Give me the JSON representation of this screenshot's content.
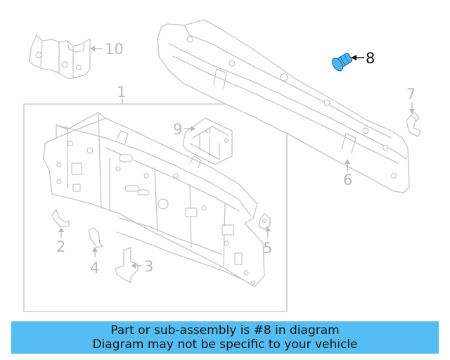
{
  "diagram": {
    "highlight_color": "#4db8ee",
    "callouts": [
      {
        "id": "1",
        "label": "1"
      },
      {
        "id": "2",
        "label": "2"
      },
      {
        "id": "3",
        "label": "3"
      },
      {
        "id": "4",
        "label": "4"
      },
      {
        "id": "5",
        "label": "5"
      },
      {
        "id": "6",
        "label": "6"
      },
      {
        "id": "7",
        "label": "7"
      },
      {
        "id": "8",
        "label": "8",
        "highlighted": true
      },
      {
        "id": "9",
        "label": "9"
      },
      {
        "id": "10",
        "label": "10"
      }
    ]
  },
  "banner": {
    "background": "#55bdf2",
    "line1": "Part or sub-assembly is #8 in diagram",
    "line2": "Diagram may not be specific to your vehicle"
  }
}
